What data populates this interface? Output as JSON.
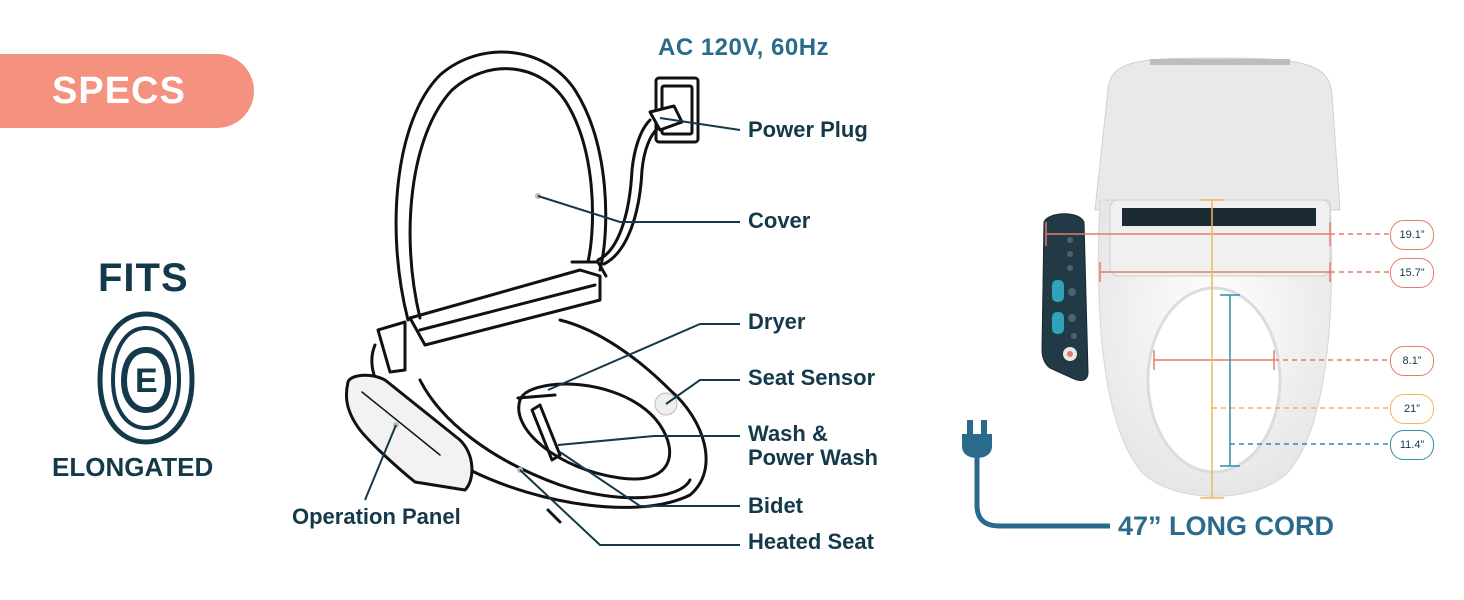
{
  "badge": {
    "specs": "SPECS"
  },
  "fit": {
    "fits": "FITS",
    "letter": "E",
    "shape": "ELONGATED"
  },
  "power": {
    "spec": "AC 120V, 60Hz"
  },
  "callouts": {
    "power_plug": "Power Plug",
    "cover": "Cover",
    "dryer": "Dryer",
    "seat_sensor": "Seat Sensor",
    "wash_line1": "Wash &",
    "wash_line2": "Power Wash",
    "bidet": "Bidet",
    "heated_seat": "Heated Seat",
    "operation_panel": "Operation Panel"
  },
  "dimensions": {
    "width_overall": "19.1”",
    "width_seat": "15.7”",
    "opening_width": "8.1”",
    "length_overall": "21”",
    "opening_length": "11.4”"
  },
  "cord": {
    "label": "47” LONG CORD"
  },
  "colors": {
    "navy": "#14394a",
    "teal": "#2a6b8c",
    "salmon": "#f4917f",
    "dim_red": "#e57b6c",
    "dim_yellow": "#f0b657",
    "dim_teal": "#2f8fa8"
  }
}
